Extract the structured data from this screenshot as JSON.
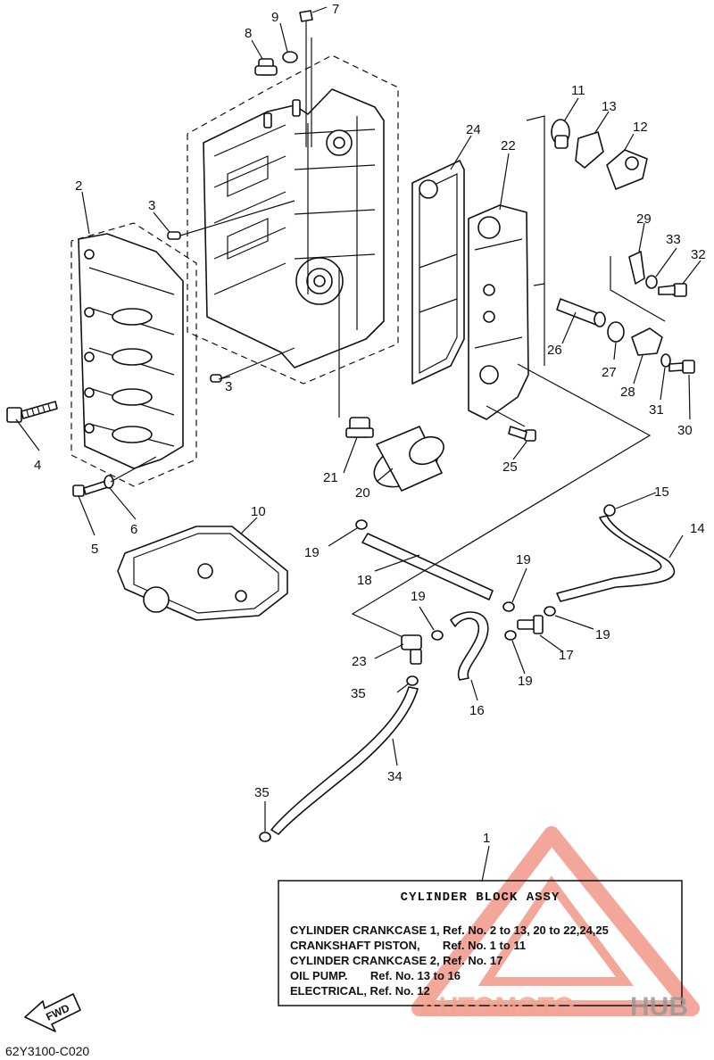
{
  "diagram": {
    "title": "CYLINDER BLOCK ASSY",
    "lines": [
      "CYLINDER CRANKCASE 1, Ref. No. 2 to 13, 20 to 22,24,25",
      "CRANKSHAFT PISTON,       Ref. No. 1 to 11",
      "CYLINDER CRANKCASE 2, Ref. No. 17",
      "OIL PUMP.       Ref. No. 13 to 16",
      "ELECTRICAL, Ref. No. 12"
    ],
    "drawing_code": "62Y3100-C020",
    "fwd_label": "FWD",
    "callouts": [
      "1",
      "2",
      "3",
      "3",
      "4",
      "5",
      "6",
      "7",
      "8",
      "9",
      "10",
      "11",
      "12",
      "13",
      "14",
      "15",
      "16",
      "17",
      "18",
      "19",
      "19",
      "19",
      "19",
      "19",
      "20",
      "21",
      "22",
      "23",
      "24",
      "25",
      "26",
      "27",
      "28",
      "29",
      "30",
      "31",
      "32",
      "33",
      "34",
      "35",
      "35"
    ]
  },
  "watermark": {
    "text_a": "AUTOMOTO",
    "text_b": "HUB",
    "color_a": "#f4a58f",
    "color_b": "#9a9a9a",
    "triangle_color": "#f08a7a"
  }
}
